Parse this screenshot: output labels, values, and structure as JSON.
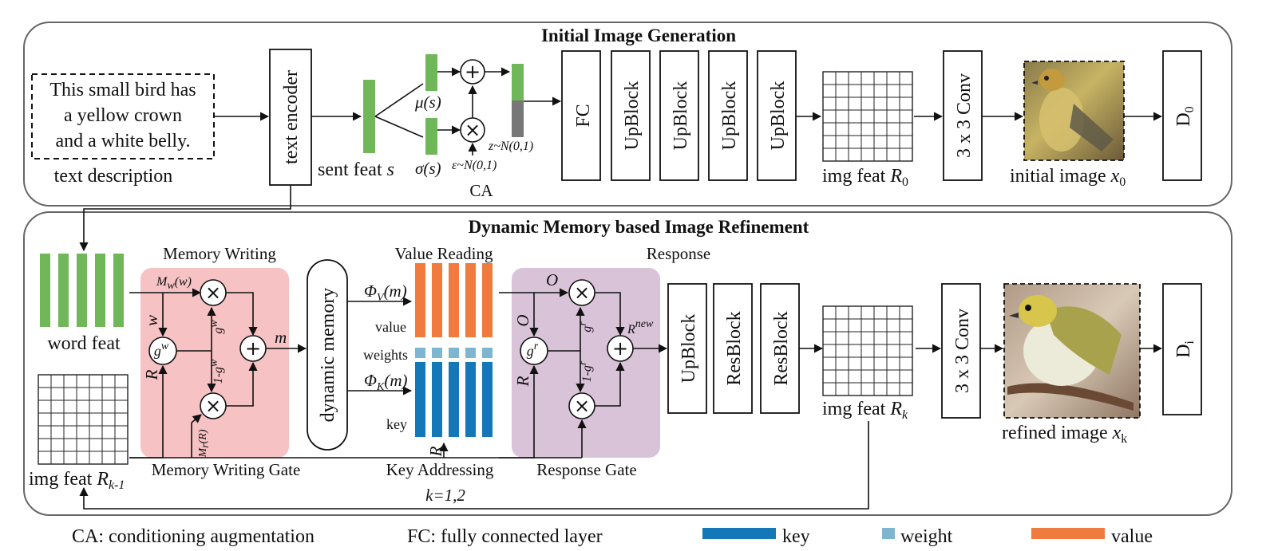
{
  "colors": {
    "green": "#6fb758",
    "orange": "#ef7b3f",
    "blue": "#1478b8",
    "lightblue": "#7fb6cf",
    "gray": "#777777",
    "pink": "#f6c2c4",
    "pink_text": "#e8545a",
    "purple": "#d9c3d8",
    "purple_text": "#9c6fa5"
  },
  "top": {
    "title": "Initial Image Generation",
    "text_desc_lines": [
      "This small bird has",
      "a yellow crown",
      "and a white belly."
    ],
    "text_desc_label": "text description",
    "text_encoder": "text encoder",
    "sent_feat": "sent feat",
    "sent_feat_var": "s",
    "mu": "μ(s)",
    "sigma": "σ(s)",
    "eps": "ε~N(0,1)",
    "z": "z~N(0,1)",
    "ca": "CA",
    "fc": "FC",
    "upblocks": [
      "UpBlock",
      "UpBlock",
      "UpBlock",
      "UpBlock"
    ],
    "img_feat": "img feat",
    "img_feat_var": "R",
    "img_feat_sub": "0",
    "conv": "3 x 3 Conv",
    "initial_image": "initial image",
    "initial_image_var": "x",
    "initial_image_sub": "0",
    "d0": "D",
    "d0_sub": "0"
  },
  "bottom": {
    "title": "Dynamic Memory based Image Refinement",
    "word_feat": "word feat",
    "img_feat_prev": "img feat",
    "img_feat_prev_var": "R",
    "img_feat_prev_sub": "k-1",
    "memory_writing": "Memory Writing",
    "mw": "M",
    "mw_sub": "w",
    "mw_arg": "(w)",
    "w": "w",
    "gw": "g",
    "gw_sup": "w",
    "one_minus_gw": "1-g",
    "R": "R",
    "mr": "M",
    "mr_sub": "r",
    "mr_arg": "(R)",
    "m": "m",
    "memory_writing_gate": "Memory Writing Gate",
    "dynamic_memory": "dynamic memory",
    "value_reading": "Value Reading",
    "phi_v": "Φ",
    "phi_v_sub": "V",
    "phi_arg": "(m)",
    "value": "value",
    "weights": "weights",
    "phi_k": "Φ",
    "phi_k_sub": "K",
    "key": "key",
    "key_addressing": "Key Addressing",
    "k_eq": "k=1,2",
    "response": "Response",
    "O": "O",
    "gr": "g",
    "gr_sup": "r",
    "one_minus_gr": "1-g",
    "rnew": "R",
    "rnew_sup": "new",
    "response_gate": "Response Gate",
    "blocks": [
      "UpBlock",
      "ResBlock",
      "ResBlock"
    ],
    "img_feat_k": "img feat",
    "img_feat_k_var": "R",
    "img_feat_k_sub": "k",
    "conv": "3 x 3 Conv",
    "refined_image": "refined image",
    "refined_image_var": "x",
    "refined_image_sub": "k",
    "di": "D",
    "di_sub": "i"
  },
  "legend": {
    "ca_text": "CA: conditioning augmentation",
    "fc_text": "FC: fully connected layer",
    "key": "key",
    "weight": "weight",
    "value": "value"
  }
}
